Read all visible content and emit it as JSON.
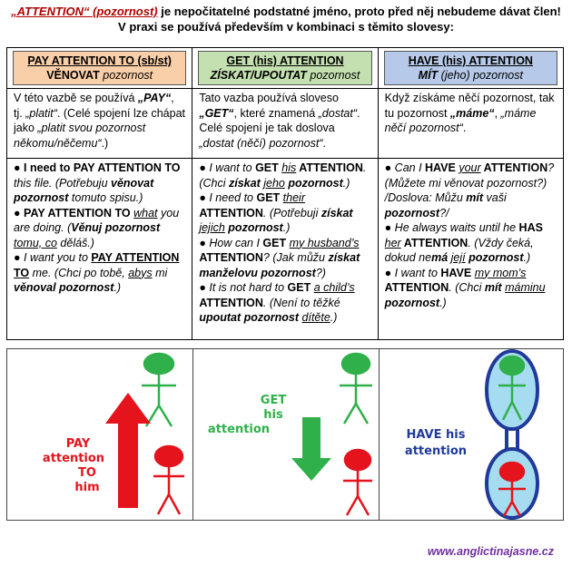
{
  "title": {
    "word": "„ATTENTION“ (pozornost)",
    "line1_rest": " je nepočitatelné podstatné jméno, proto před něj nebudeme dávat člen!",
    "line2": "V praxi se používá především v kombinaci s těmito slovesy:"
  },
  "columns": [
    {
      "head1": "PAY ATTENTION TO (sb/st)",
      "head2_bold": "VĚNOVAT",
      "head2_rest": " pozornost",
      "desc": [
        {
          "t": "V této vazbě se používá ",
          "s": ""
        },
        {
          "t": "„PAY“",
          "s": "bi"
        },
        {
          "t": ", tj. ",
          "s": ""
        },
        {
          "t": "„platit“",
          "s": "i"
        },
        {
          "t": ". (Celé spojení lze chápat jako ",
          "s": ""
        },
        {
          "t": "„platit svou pozornost někomu/něčemu“",
          "s": "i"
        },
        {
          "t": ".)",
          "s": ""
        }
      ],
      "examples": [
        [
          {
            "t": "● ",
            "s": ""
          },
          {
            "t": "I need to ",
            "s": "b"
          },
          {
            "t": "PAY ATTENTION TO",
            "s": "b"
          },
          {
            "t": " this file. (Potřebuju ",
            "s": "i"
          },
          {
            "t": "věnovat pozornost",
            "s": "bi"
          },
          {
            "t": " tomuto spisu.)",
            "s": "i"
          }
        ],
        [
          {
            "t": "● ",
            "s": ""
          },
          {
            "t": "PAY ATTENTION TO",
            "s": "b"
          },
          {
            "t": " ",
            "s": ""
          },
          {
            "t": "what",
            "s": "iu"
          },
          {
            "t": " you are doing. (",
            "s": "i"
          },
          {
            "t": "Věnuj pozornost",
            "s": "bi"
          },
          {
            "t": " ",
            "s": "i"
          },
          {
            "t": "tomu, co",
            "s": "iu"
          },
          {
            "t": " děláš.)",
            "s": "i"
          }
        ],
        [
          {
            "t": "● ",
            "s": ""
          },
          {
            "t": "I want you to ",
            "s": "i"
          },
          {
            "t": "PAY ATTENTION TO",
            "s": "bu"
          },
          {
            "t": " me. (Chci po tobě, ",
            "s": "i"
          },
          {
            "t": "abys",
            "s": "iu"
          },
          {
            "t": " mi ",
            "s": "i"
          },
          {
            "t": "věnoval pozornost",
            "s": "bi"
          },
          {
            "t": ".)",
            "s": "i"
          }
        ]
      ]
    },
    {
      "head1": "GET (his) ATTENTION",
      "head2_bold": "ZÍSKAT/UPOUTAT",
      "head2_rest": " pozornost",
      "desc": [
        {
          "t": "Tato vazba používá sloveso ",
          "s": ""
        },
        {
          "t": "„GET“",
          "s": "bi"
        },
        {
          "t": ", které znamená ",
          "s": ""
        },
        {
          "t": "„dostat“",
          "s": "i"
        },
        {
          "t": ". Celé spojení je tak doslova ",
          "s": ""
        },
        {
          "t": "„dostat (něčí) pozornost“",
          "s": "i"
        },
        {
          "t": ".",
          "s": ""
        }
      ],
      "examples": [
        [
          {
            "t": "● I want to ",
            "s": "i"
          },
          {
            "t": "GET",
            "s": "b"
          },
          {
            "t": " ",
            "s": "i"
          },
          {
            "t": "his",
            "s": "iu"
          },
          {
            "t": " ATTENTION",
            "s": "b"
          },
          {
            "t": ". (Chci ",
            "s": "i"
          },
          {
            "t": "získat",
            "s": "bi"
          },
          {
            "t": " ",
            "s": "i"
          },
          {
            "t": "jeho",
            "s": "iu"
          },
          {
            "t": " pozornost",
            "s": "bi"
          },
          {
            "t": ".)",
            "s": "i"
          }
        ],
        [
          {
            "t": "● I need to ",
            "s": "i"
          },
          {
            "t": "GET",
            "s": "b"
          },
          {
            "t": " ",
            "s": "i"
          },
          {
            "t": "their",
            "s": "iu"
          },
          {
            "t": " ATTENTION",
            "s": "b"
          },
          {
            "t": ". (Potřebuji ",
            "s": "i"
          },
          {
            "t": "získat",
            "s": "bi"
          },
          {
            "t": " ",
            "s": "i"
          },
          {
            "t": "jejich",
            "s": "iu"
          },
          {
            "t": " pozornost",
            "s": "bi"
          },
          {
            "t": ".)",
            "s": "i"
          }
        ],
        [
          {
            "t": "● How can I ",
            "s": "i"
          },
          {
            "t": "GET",
            "s": "b"
          },
          {
            "t": " ",
            "s": "i"
          },
          {
            "t": "my husband’s",
            "s": "iu"
          },
          {
            "t": " ATTENTION",
            "s": "b"
          },
          {
            "t": "? (Jak můžu ",
            "s": "i"
          },
          {
            "t": "získat manželovu pozornost",
            "s": "bi"
          },
          {
            "t": "?)",
            "s": "i"
          }
        ],
        [
          {
            "t": "● It is not hard to ",
            "s": "i"
          },
          {
            "t": "GET",
            "s": "b"
          },
          {
            "t": " ",
            "s": "i"
          },
          {
            "t": "a child’s",
            "s": "iu"
          },
          {
            "t": " ATTENTION",
            "s": "b"
          },
          {
            "t": ". (Není to těžké ",
            "s": "i"
          },
          {
            "t": "upoutat pozornost",
            "s": "bi"
          },
          {
            "t": " ",
            "s": "i"
          },
          {
            "t": "dítěte",
            "s": "iu"
          },
          {
            "t": ".)",
            "s": "i"
          }
        ]
      ]
    },
    {
      "head1": "HAVE (his) ATTENTION",
      "head2_bold": "MÍT",
      "head2_rest": " (jeho) pozornost",
      "desc": [
        {
          "t": "Když získáme něčí pozornost, tak tu pozornost ",
          "s": ""
        },
        {
          "t": "„máme“",
          "s": "bi"
        },
        {
          "t": ", ",
          "s": ""
        },
        {
          "t": "„máme něčí pozornost“",
          "s": "i"
        },
        {
          "t": ".",
          "s": ""
        }
      ],
      "examples": [
        [
          {
            "t": "● Can I ",
            "s": "i"
          },
          {
            "t": "HAVE",
            "s": "b"
          },
          {
            "t": " ",
            "s": "i"
          },
          {
            "t": "your",
            "s": "iu"
          },
          {
            "t": " ATTENTION",
            "s": "b"
          },
          {
            "t": "? (Můžete mi věnovat pozornost?) /Doslova: Můžu ",
            "s": "i"
          },
          {
            "t": "mít",
            "s": "bi"
          },
          {
            "t": " vaši ",
            "s": "i"
          },
          {
            "t": "pozornost",
            "s": "bi"
          },
          {
            "t": "?/",
            "s": "i"
          }
        ],
        [
          {
            "t": "● He always waits until he ",
            "s": "i"
          },
          {
            "t": "HAS",
            "s": "b"
          },
          {
            "t": " ",
            "s": "i"
          },
          {
            "t": "her",
            "s": "iu"
          },
          {
            "t": " ATTENTION",
            "s": "b"
          },
          {
            "t": ". (Vždy čeká, dokud ne",
            "s": "i"
          },
          {
            "t": "má",
            "s": "bi"
          },
          {
            "t": " ",
            "s": "i"
          },
          {
            "t": "její",
            "s": "iu"
          },
          {
            "t": " pozornost",
            "s": "bi"
          },
          {
            "t": ".)",
            "s": "i"
          }
        ],
        [
          {
            "t": "● I want to ",
            "s": "i"
          },
          {
            "t": "HAVE",
            "s": "b"
          },
          {
            "t": " ",
            "s": "i"
          },
          {
            "t": "my mom’s",
            "s": "iu"
          },
          {
            "t": " ATTENTION",
            "s": "b"
          },
          {
            "t": ". (Chci ",
            "s": "i"
          },
          {
            "t": "mít",
            "s": "bi"
          },
          {
            "t": " ",
            "s": "i"
          },
          {
            "t": "máminu",
            "s": "iu"
          },
          {
            "t": " pozornost",
            "s": "bi"
          },
          {
            "t": ".)",
            "s": "i"
          }
        ]
      ]
    }
  ],
  "pictures": {
    "pay": [
      "PAY",
      "attention",
      "TO",
      "him"
    ],
    "get": [
      "GET",
      "his",
      "attention"
    ],
    "have": [
      "HAVE his",
      "attention"
    ]
  },
  "colors": {
    "green": "#2fb04a",
    "red": "#e4131c",
    "blue": "#1f3a9a",
    "bubble": "#a6dcf0",
    "title_red": "#b00000"
  },
  "footer": "www.anglictinajasne.cz"
}
